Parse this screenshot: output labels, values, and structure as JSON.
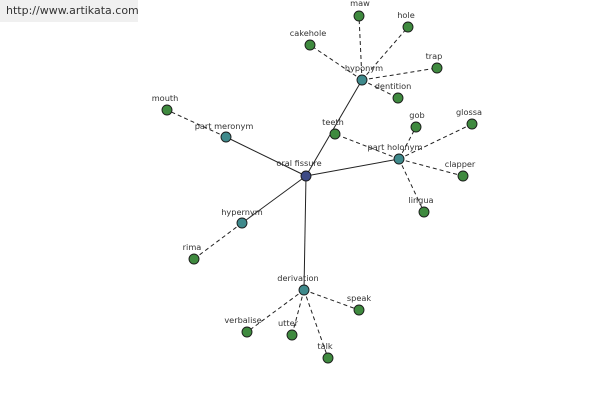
{
  "header": {
    "url": "http://www.artikata.com"
  },
  "colors": {
    "center": "#3d4a85",
    "relation": "#3f8a8c",
    "leaf": "#3f8a3f",
    "edge": "#222222"
  },
  "graph": {
    "center": {
      "id": "oral-fissure",
      "label": "oral fissure"
    },
    "relations": [
      {
        "id": "hyponym",
        "label": "hyponym",
        "leaves": [
          "maw",
          "hole",
          "cakehole",
          "trap",
          "dentition"
        ]
      },
      {
        "id": "part-meronym",
        "label": "part meronym",
        "leaves": [
          "mouth"
        ]
      },
      {
        "id": "part-holonym",
        "label": "part holonym",
        "leaves": [
          "teeth",
          "gob",
          "glossa",
          "clapper",
          "lingua"
        ]
      },
      {
        "id": "hypernym",
        "label": "hypernym",
        "leaves": [
          "rima"
        ]
      },
      {
        "id": "derivation",
        "label": "derivation",
        "leaves": [
          "speak",
          "verbalise",
          "utter",
          "talk"
        ]
      }
    ]
  }
}
